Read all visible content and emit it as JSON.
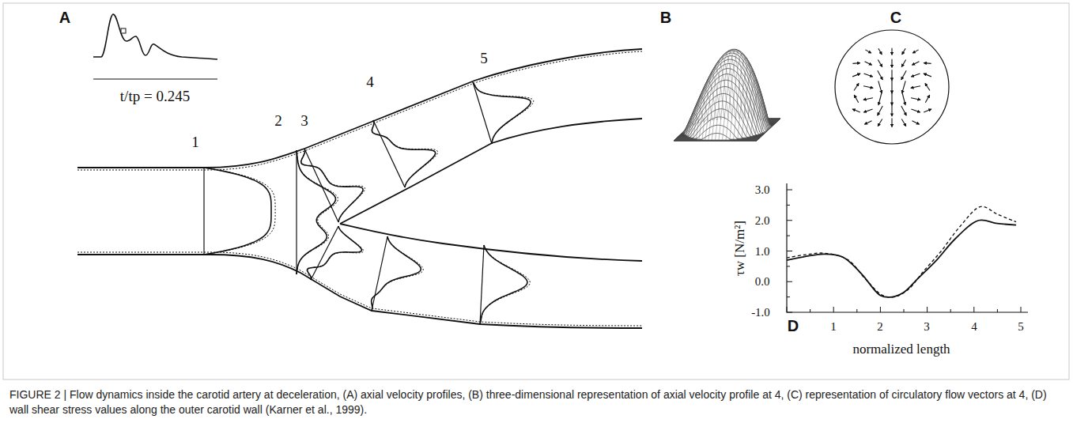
{
  "diagram": {
    "caption": "FIGURE 2 | Flow dynamics inside the carotid artery at deceleration, (A) axial velocity profiles, (B) three-dimensional representation of axial velocity profile at 4, (C) representation of circulatory flow vectors at 4, (D) wall shear stress values along the outer carotid wall (Karner et al., 1999).",
    "labels": [
      "A",
      "B",
      "C",
      "D",
      "t/tp = 0.245",
      "1",
      "2",
      "3",
      "4",
      "5",
      "3.0",
      "2.0",
      "1.0",
      "0.0",
      "-1.0",
      "1",
      "2",
      "3",
      "4",
      "5",
      "τw [N/m²]",
      "normalized length"
    ]
  }
}
